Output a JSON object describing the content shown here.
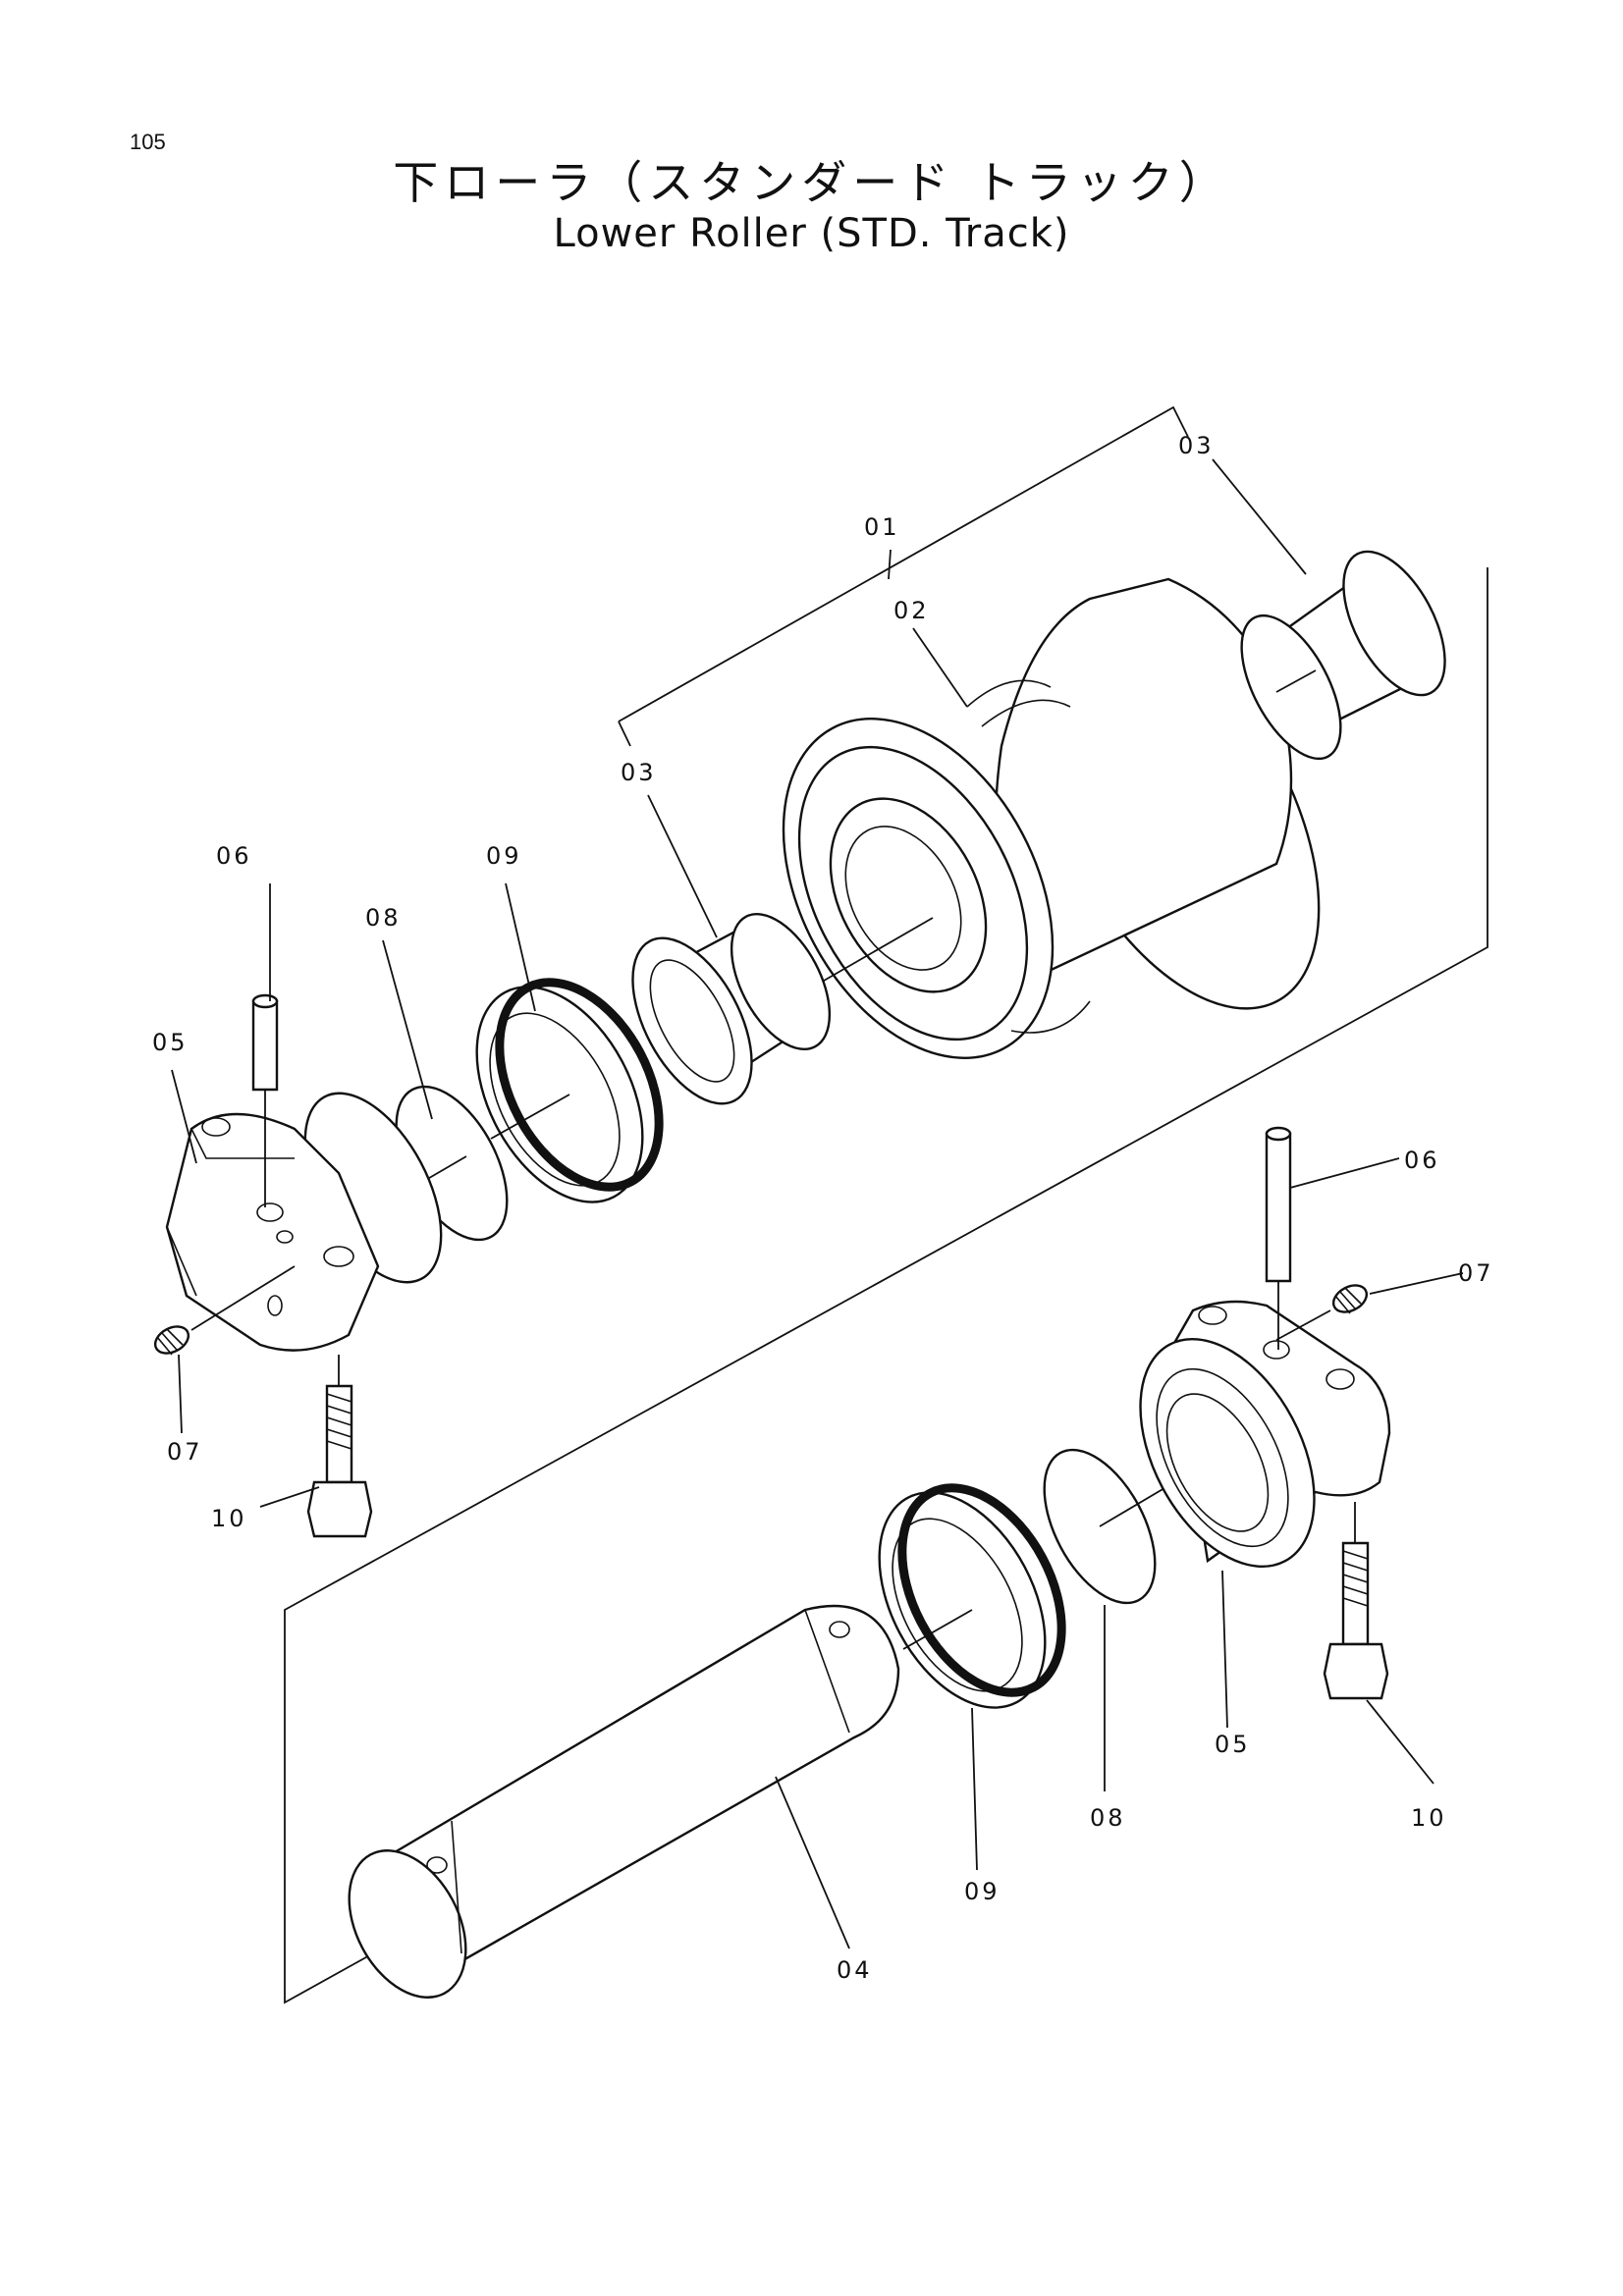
{
  "page_number": "105",
  "title_jp": "下ローラ（スタンダード トラック）",
  "title_en": "Lower Roller (STD. Track)",
  "callouts": {
    "c01": "01",
    "c02": "02",
    "c03_top": "03",
    "c03_mid": "03",
    "c04": "04",
    "c05_left": "05",
    "c05_right": "05",
    "c06_left": "06",
    "c06_right": "06",
    "c07_left": "07",
    "c07_right": "07",
    "c08_left": "08",
    "c08_right": "08",
    "c09_left": "09",
    "c09_right": "09",
    "c10_left": "10",
    "c10_right": "10"
  }
}
